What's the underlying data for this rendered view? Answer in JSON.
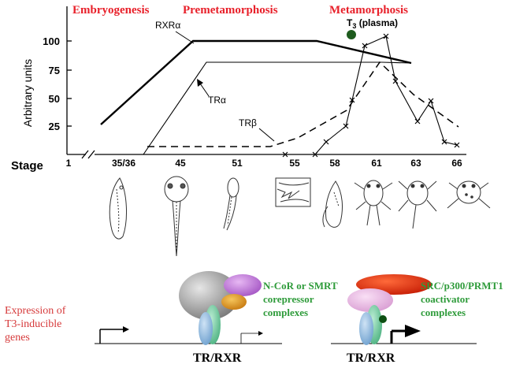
{
  "phases": {
    "embryo": "Embryogenesis",
    "premeta": "Premetamorphosis",
    "meta": "Metamorphosis"
  },
  "axis": {
    "y_label": "Arbitrary units",
    "y_ticks": [
      "100",
      "75",
      "50",
      "25"
    ],
    "x_label": "Stage",
    "stages": [
      "1",
      "35/36",
      "45",
      "51",
      "55",
      "58",
      "61",
      "63",
      "66"
    ]
  },
  "curves": {
    "rxra": "RXRα",
    "tra": "TRα",
    "trb": "TRβ",
    "t3_prefix": "T",
    "t3_sub": "3",
    "t3_suffix": " (plasma)"
  },
  "bottom": {
    "expression_line1": "Expression of",
    "expression_line2": "T3-inducible",
    "expression_line3": "genes",
    "corepressor_line1": "N-CoR or SMRT",
    "corepressor_line2": "corepressor",
    "corepressor_line3": "complexes",
    "coactivator_line1": "SRC/p300/PRMT1",
    "coactivator_line2": "coactivator",
    "coactivator_line3": "complexes",
    "receptor_left": "TR/RXR",
    "receptor_right": "TR/RXR"
  },
  "colors": {
    "phase_red": "#e8202a",
    "complex_green": "#2e9b3a",
    "t3_dot": "#1e5b1e",
    "expression_red": "#d6393a"
  }
}
